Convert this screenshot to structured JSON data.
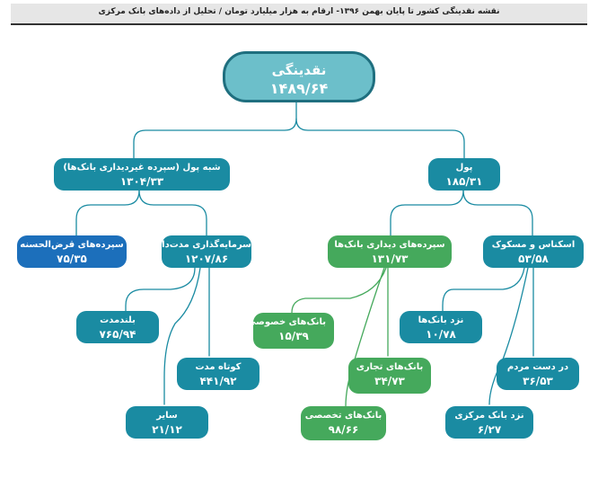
{
  "header": {
    "title": "نقشه نقدینگی کشور تا پایان بهمن ۱۳۹۶- ارقام به هزار میلیارد تومان / تحلیل از داده‌های بانک مرکزی"
  },
  "colors": {
    "teal": "#1a8ba2",
    "green": "#45a95c",
    "blue": "#1c6fbb",
    "root_fill": "#6cbfca",
    "root_border": "#1f6f7f"
  },
  "nodes": {
    "root": {
      "label": "نقدینگی",
      "value": "۱۴۸۹/۶۴"
    },
    "quasi_money": {
      "label": "شبه پول (سپرده غیردیداری بانک‌ها)",
      "value": "۱۳۰۴/۳۳"
    },
    "money": {
      "label": "پول",
      "value": "۱۸۵/۳۱"
    },
    "qard": {
      "label": "سپرده‌های قرض‌الحسنه",
      "value": "۷۵/۳۵"
    },
    "investment": {
      "label": "سرمایه‌گذاری مدت‌دار",
      "value": "۱۲۰۷/۸۶"
    },
    "demand_dep": {
      "label": "سپرده‌های دیداری بانک‌ها",
      "value": "۱۳۱/۷۳"
    },
    "notes_coins": {
      "label": "اسکناس و مسکوک",
      "value": "۵۳/۵۸"
    },
    "long_term": {
      "label": "بلندمدت",
      "value": "۷۶۵/۹۴"
    },
    "short_term": {
      "label": "کوتاه مدت",
      "value": "۴۴۱/۹۲"
    },
    "other": {
      "label": "سایر",
      "value": "۲۱/۱۲"
    },
    "private": {
      "label": "بانک‌های خصوصی",
      "value": "۱۵/۳۹"
    },
    "commercial": {
      "label": "بانک‌های تجاری",
      "value": "۳۴/۷۳"
    },
    "specialized": {
      "label": "بانک‌های تخصصی",
      "value": "۹۸/۶۶"
    },
    "at_banks": {
      "label": "نزد بانک‌ها",
      "value": "۱۰/۷۸"
    },
    "in_public": {
      "label": "در دست مردم",
      "value": "۳۶/۵۳"
    },
    "at_cb": {
      "label": "نزد بانک مرکزی",
      "value": "۶/۲۷"
    }
  }
}
